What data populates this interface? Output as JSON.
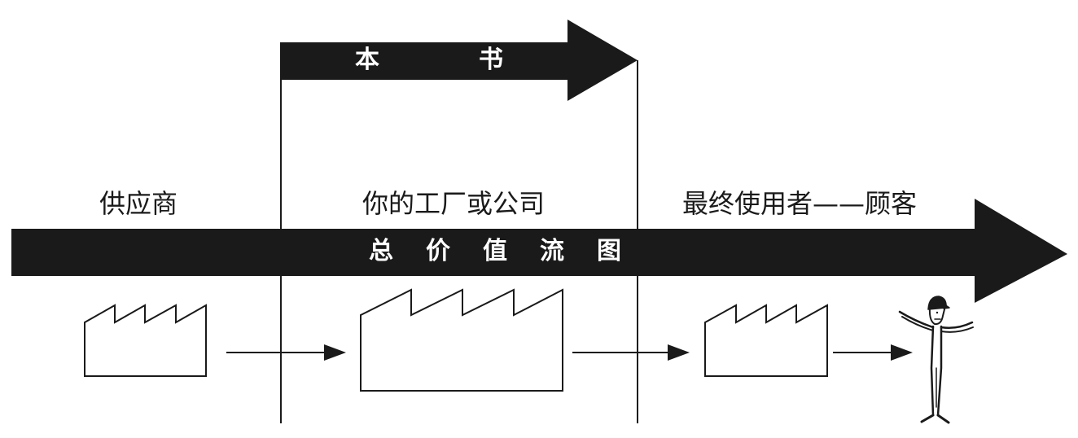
{
  "book_arrow": {
    "label_chars": [
      "本",
      "书"
    ]
  },
  "main_arrow": {
    "label_chars": [
      "总",
      "价",
      "值",
      "流",
      "图"
    ]
  },
  "stages": {
    "supplier": "供应商",
    "factory": "你的工厂或公司",
    "customer": "最终使用者——顾客"
  },
  "icons": [
    "supplier-factory-icon",
    "own-factory-icon",
    "customer-factory-icon",
    "end-customer-person-icon"
  ],
  "colors": {
    "ink": "#1a1a1a",
    "background": "#ffffff",
    "arrow_text": "#ffffff"
  }
}
